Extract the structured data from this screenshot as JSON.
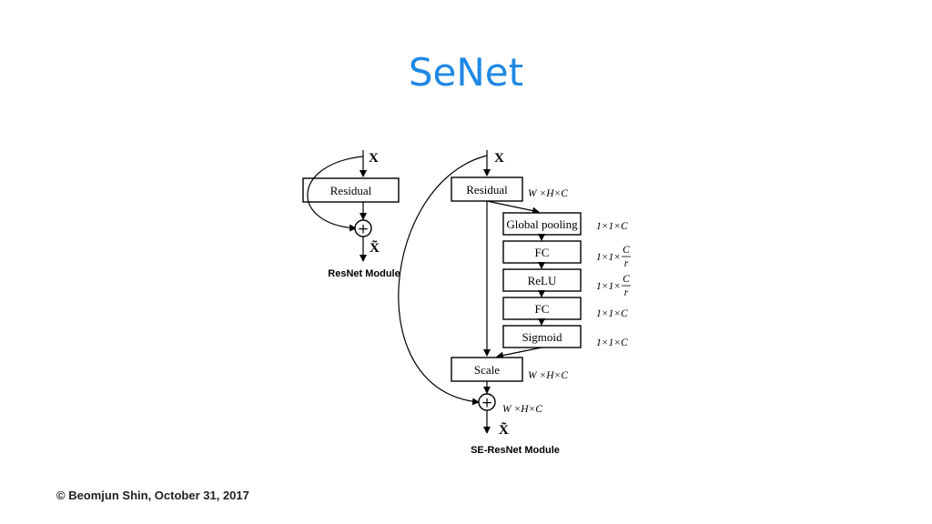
{
  "slide": {
    "title": "SeNet",
    "footer": "© Beomjun Shin, October 31, 2017"
  },
  "resnet": {
    "input_label": "X",
    "residual_label": "Residual",
    "add_symbol": "+",
    "output_label": "X̃",
    "caption": "ResNet Module"
  },
  "se_resnet": {
    "input_label": "X",
    "residual_label": "Residual",
    "residual_dim": "W ×H×C",
    "global_pooling_label": "Global pooling",
    "global_pooling_dim": "1×1×C",
    "fc1_label": "FC",
    "fc1_dim_prefix": "1×1×",
    "fc1_dim_num": "C",
    "fc1_dim_den": "r",
    "relu_label": "ReLU",
    "relu_dim_prefix": "1×1×",
    "relu_dim_num": "C",
    "relu_dim_den": "r",
    "fc2_label": "FC",
    "fc2_dim": "1×1×C",
    "sigmoid_label": "Sigmoid",
    "sigmoid_dim": "1×1×C",
    "scale_label": "Scale",
    "scale_dim": "W ×H×C",
    "add_symbol": "+",
    "add_dim": "W ×H×C",
    "output_label": "X̃",
    "caption": "SE-ResNet Module"
  }
}
